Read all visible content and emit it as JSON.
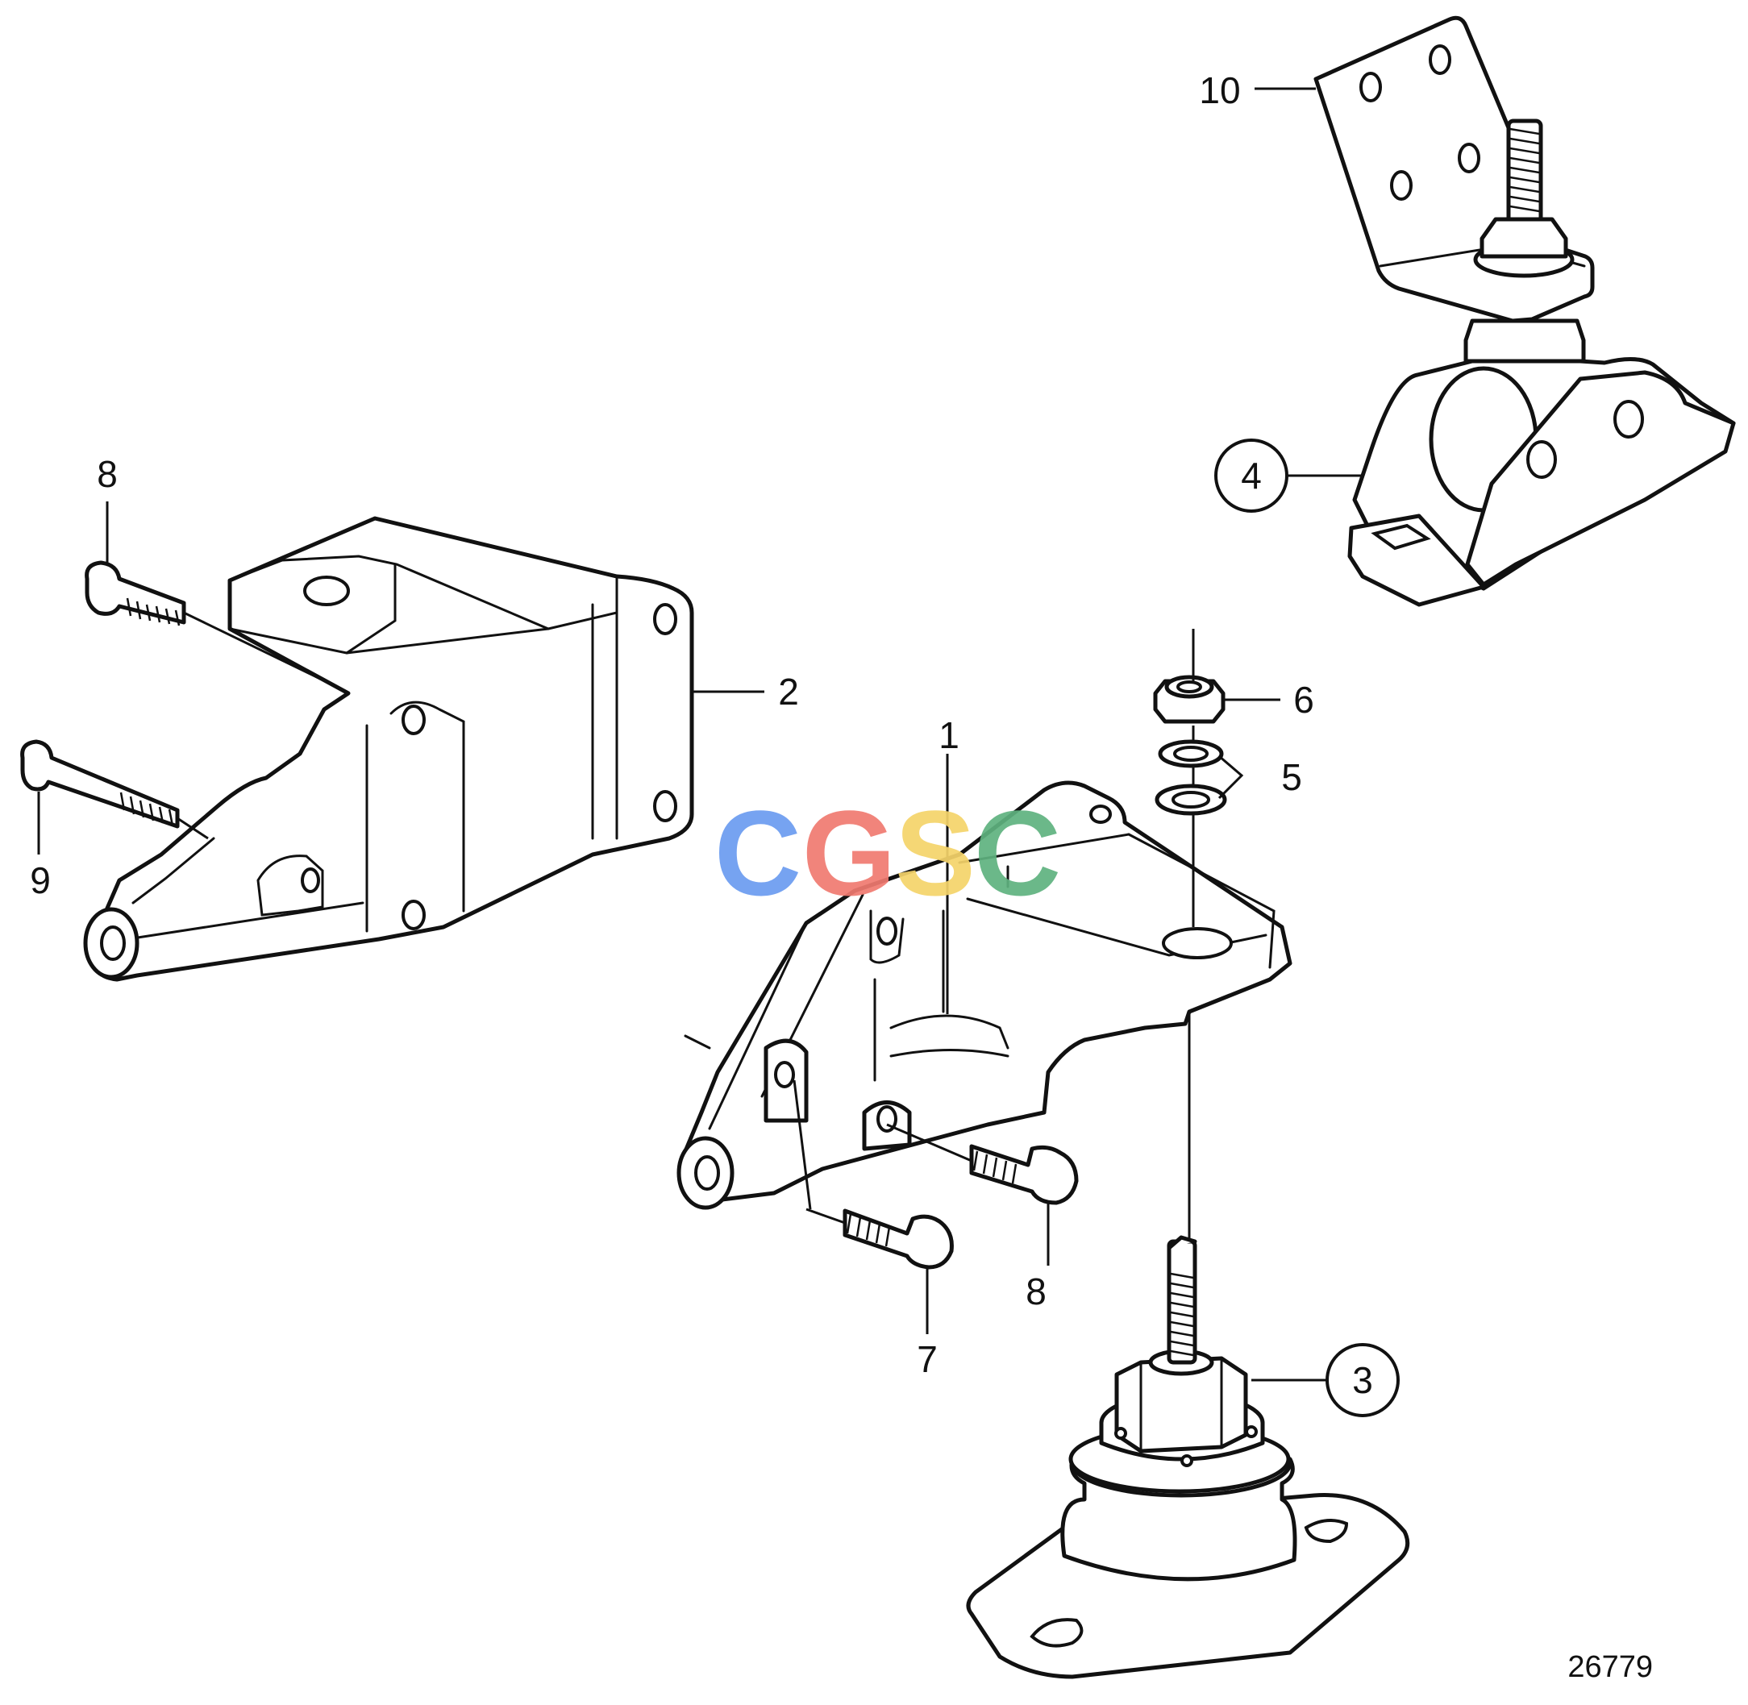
{
  "figure_number": "26779",
  "watermark": {
    "text": "CGSC",
    "letters": [
      {
        "char": "C",
        "color": "#6b9cf0"
      },
      {
        "char": "G",
        "color": "#f07a70"
      },
      {
        "char": "S",
        "color": "#f5d46a"
      },
      {
        "char": "C",
        "color": "#5fb27f"
      }
    ]
  },
  "callouts": [
    {
      "id": "1",
      "circled": false
    },
    {
      "id": "2",
      "circled": false
    },
    {
      "id": "3",
      "circled": true
    },
    {
      "id": "4",
      "circled": true
    },
    {
      "id": "5",
      "circled": false
    },
    {
      "id": "6",
      "circled": false
    },
    {
      "id": "7",
      "circled": false
    },
    {
      "id": "8",
      "circled": false
    },
    {
      "id": "8",
      "circled": false
    },
    {
      "id": "9",
      "circled": false
    },
    {
      "id": "10",
      "circled": false
    }
  ]
}
